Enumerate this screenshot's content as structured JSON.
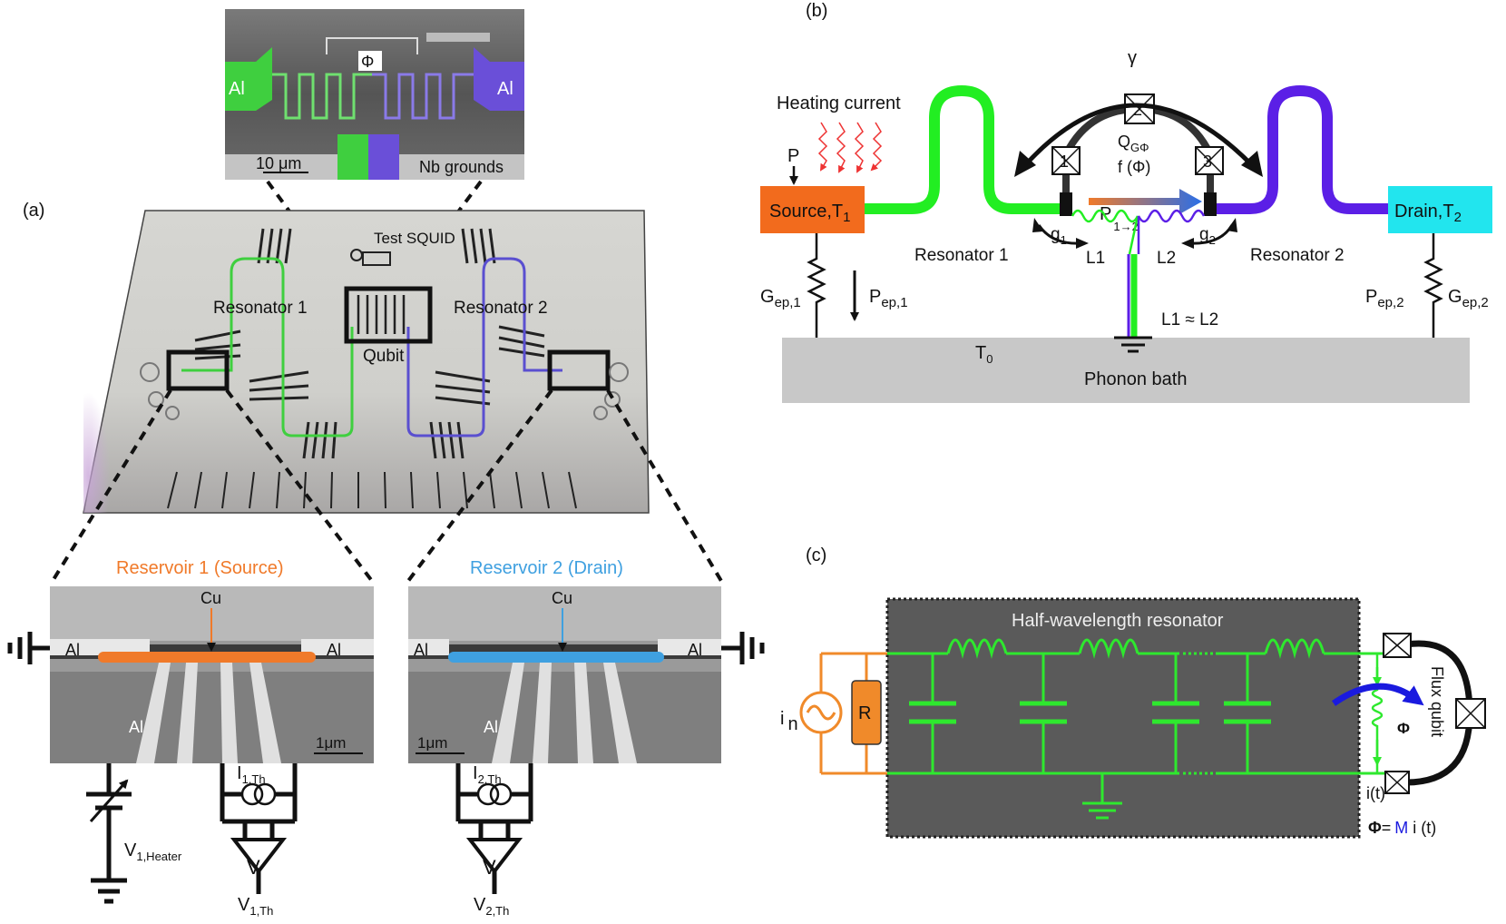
{
  "panels": {
    "a": "(a)",
    "b": "(b)",
    "c": "(c)"
  },
  "panel_a": {
    "sem_top": {
      "flux_symbol": "Φ",
      "al_left": "Al",
      "al_right": "Al",
      "scale": "10 μm",
      "grounds": "Nb grounds"
    },
    "chip": {
      "test_squid": "Test SQUID",
      "resonator1": "Resonator 1",
      "resonator2": "Resonator 2",
      "qubit": "Qubit"
    },
    "reservoir1": {
      "title": "Reservoir 1 (Source)",
      "cu": "Cu",
      "al_left": "Al",
      "al_right": "Al",
      "al_bottom": "Al",
      "scale": "1μm"
    },
    "reservoir2": {
      "title": "Reservoir 2 (Drain)",
      "cu": "Cu",
      "al_left": "Al",
      "al_right": "Al",
      "al_bottom": "Al",
      "scale": "1μm"
    },
    "circuit": {
      "v1_heater_main": "V",
      "v1_heater_sub": "1,Heater",
      "i1_main": "I",
      "i1_sub": "1,Th",
      "v1_main": "V",
      "v1_sub": "1,Th",
      "i2_main": "I",
      "i2_sub": "2,Th",
      "v2_main": "V",
      "v2_sub": "2,Th",
      "v_symbol": "V"
    },
    "colors": {
      "source": "#f07a2a",
      "drain": "#3fa0e0",
      "resonator1": "#3fcf3f",
      "resonator2": "#5a4fd0"
    }
  },
  "panel_b": {
    "gamma": "γ",
    "heating_current": "Heating current",
    "p": "P",
    "source_main": "Source,T",
    "source_sub": "1",
    "drain_main": "Drain,T",
    "drain_sub": "2",
    "resonator1": "Resonator 1",
    "resonator2": "Resonator 2",
    "jj1": "1",
    "jj2": "2",
    "jj3": "3",
    "q_main": "Q",
    "q_sub": "GΦ",
    "f_phi": "f (Φ)",
    "p12_main": "P",
    "p12_sub": "1→2",
    "g1_main": "g",
    "g1_sub": "1",
    "g2_main": "g",
    "g2_sub": "2",
    "l1": "L1",
    "l2": "L2",
    "l_equal": "L1 ≈ L2",
    "gep1_main": "G",
    "gep1_sub": "ep,1",
    "pep1_main": "P",
    "pep1_sub": "ep,1",
    "pep2_main": "P",
    "pep2_sub": "ep,2",
    "gep2_main": "G",
    "gep2_sub": "ep,2",
    "t0_main": "T",
    "t0_sub": "0",
    "bath": "Phonon bath",
    "colors": {
      "source": "#f26b1d",
      "drain": "#22e5ee",
      "green": "#22ee22",
      "purple": "#5b1fe6",
      "bath": "#c8c8c8"
    }
  },
  "panel_c": {
    "title": "Half-wavelength resonator",
    "i_main": "i",
    "i_sub": "n",
    "r": "R",
    "flux_qubit": "Flux qubit",
    "phi": "Φ",
    "it": "i(t)",
    "eq_phi": "Φ",
    "eq_eq": "=",
    "eq_m": "M",
    "eq_rest": " i (t)",
    "colors": {
      "box": "#5a5a5a",
      "wire": "#2ee82e",
      "orange": "#f08a2a",
      "arrow": "#1a1adf"
    }
  }
}
